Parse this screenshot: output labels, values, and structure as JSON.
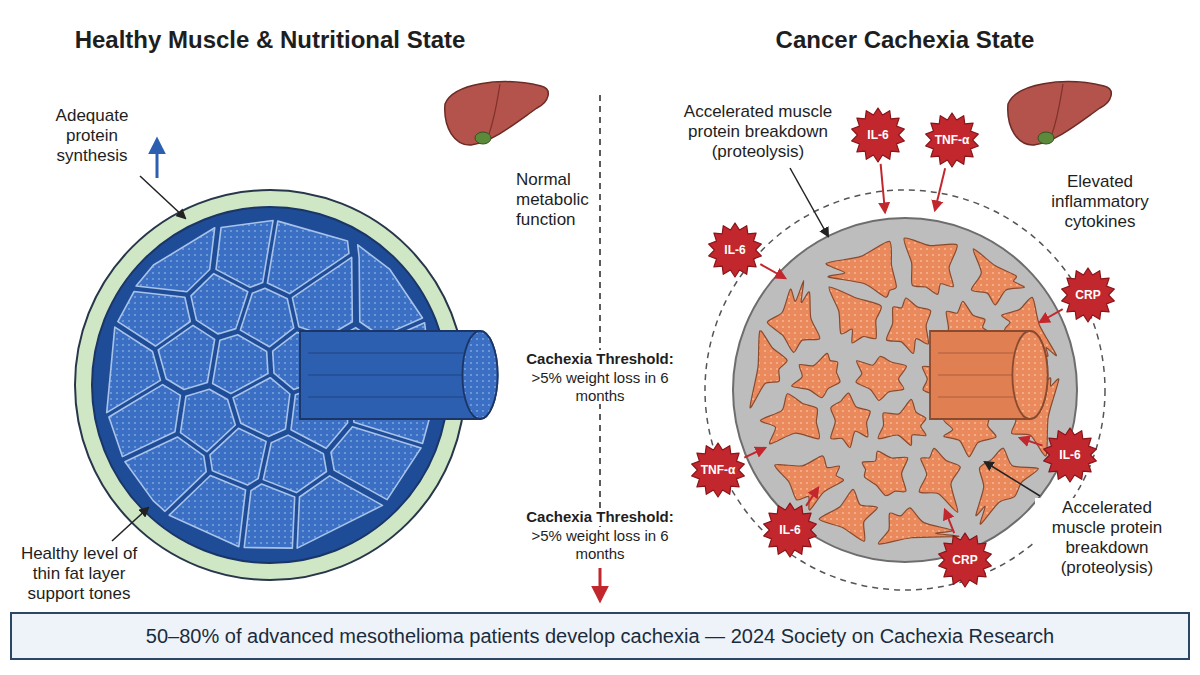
{
  "diagram": {
    "nodes": [
      {
        "text": [
          "IL-6"
        ]
      },
      {
        "text": [
          "TNF-α"
        ]
      },
      {
        "text": [
          "IL-6"
        ]
      },
      {
        "text": [
          "CRP"
        ]
      },
      {
        "text": [
          "IL-6"
        ]
      },
      {
        "text": [
          "TNF-α"
        ]
      },
      {
        "text": [
          "IL-6"
        ]
      },
      {
        "text": [
          "CRP"
        ]
      },
      {
        "text": [
          "50–80% of advanced mesothelioma patients develop cachexia — 2024 Society on Cachexia Research"
        ]
      }
    ],
    "labels": [
      "Healthy Muscle & Nutritional State",
      "Cancer Cachexia State",
      "Adequate protein synthesis",
      "Normal metabolic function",
      "Accelerated muscle protein breakdown (proteolysis)",
      "Elevated inflammatory cytokines",
      "Cachexia Threshold:",
      ">5% weight loss in 6 months",
      "Cachexia Threshold:",
      ">5% weight loss in 6 months",
      "Accelerated muscle protein breakdown (proteolysis)",
      "Healthy level of thin fat layer support tones"
    ]
  }
}
